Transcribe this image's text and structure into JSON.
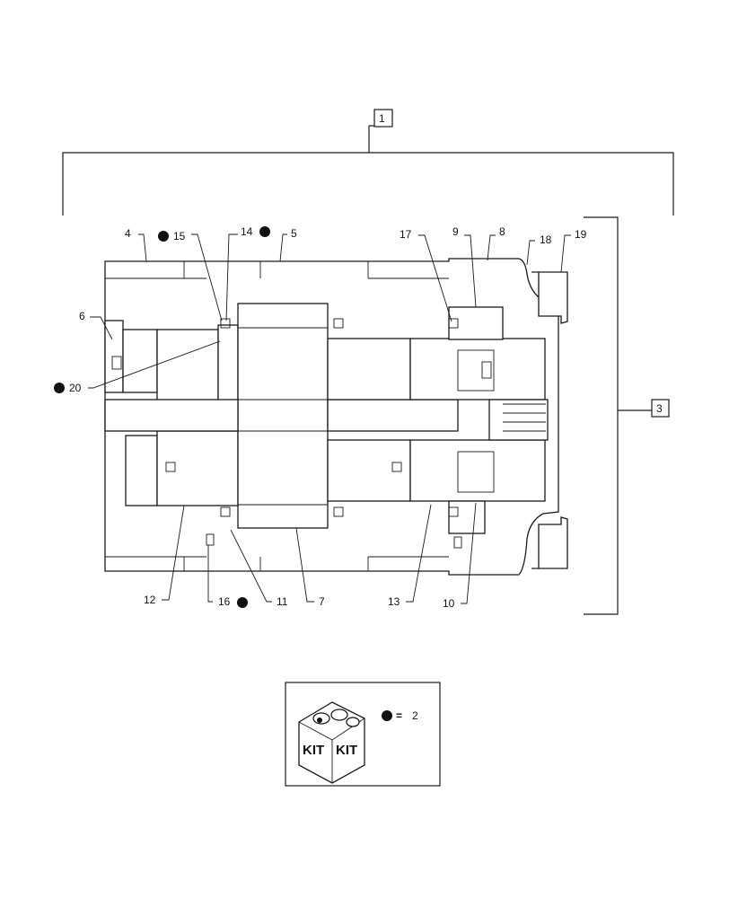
{
  "labels": {
    "l1": "1",
    "l2": "2",
    "l3": "3",
    "l4": "4",
    "l5": "5",
    "l6": "6",
    "l7": "7",
    "l8": "8",
    "l9": "9",
    "l10": "10",
    "l11": "11",
    "l12": "12",
    "l13": "13",
    "l14": "14",
    "l15": "15",
    "l16": "16",
    "l17": "17",
    "l18": "18",
    "l19": "19",
    "l20": "20"
  },
  "legend": {
    "kit_text_left": "KIT",
    "kit_text_right": "KIT",
    "equals": "=",
    "value": "2"
  },
  "colors": {
    "line": "#1a1a1a",
    "dot": "#111111"
  },
  "icons": {
    "kit_box": "kit-box-icon",
    "bullet": "filled-circle-icon"
  }
}
